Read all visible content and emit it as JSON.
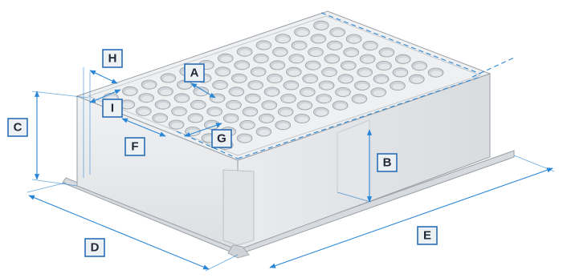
{
  "labels": {
    "a": "A",
    "b": "B",
    "c": "C",
    "d": "D",
    "e": "E",
    "f": "F",
    "g": "G",
    "h": "H",
    "i": "I"
  },
  "plate": {
    "rows": 8,
    "columns": 12
  },
  "colors": {
    "dimension_line": "#2a86d6",
    "label_border": "#2a6fb8",
    "plate_body": "#e6e8eb",
    "plate_top": "#eceef0"
  }
}
